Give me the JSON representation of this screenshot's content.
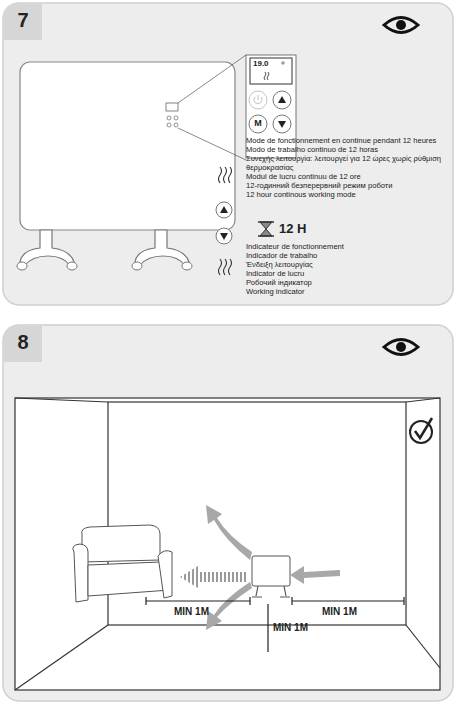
{
  "diagram": {
    "labels": [
      "7",
      "19.0",
      "M",
      "Mode de fonctionnement en continue pendant 12 heures",
      "Modo de trabalho continuo de 12 horas",
      "Συνεχής λειτουργία: λειτουργεί για 12 ώρες χωρίς ρύθμιση θερμοκρασίας",
      "Modul de lucru continuu de 12 ore",
      "12-годинний безперервний режим роботи",
      "12 hour continous working mode",
      "12 H",
      "Indicateur de fonctionnement",
      "Indicador de trabalho",
      "Ένδειξη λειτουργίας",
      "Indicator de lucru",
      "Робочий індикатор",
      "Working indicator",
      "8",
      "MIN 1M",
      "MIN 1M",
      "MIN 1M"
    ]
  }
}
